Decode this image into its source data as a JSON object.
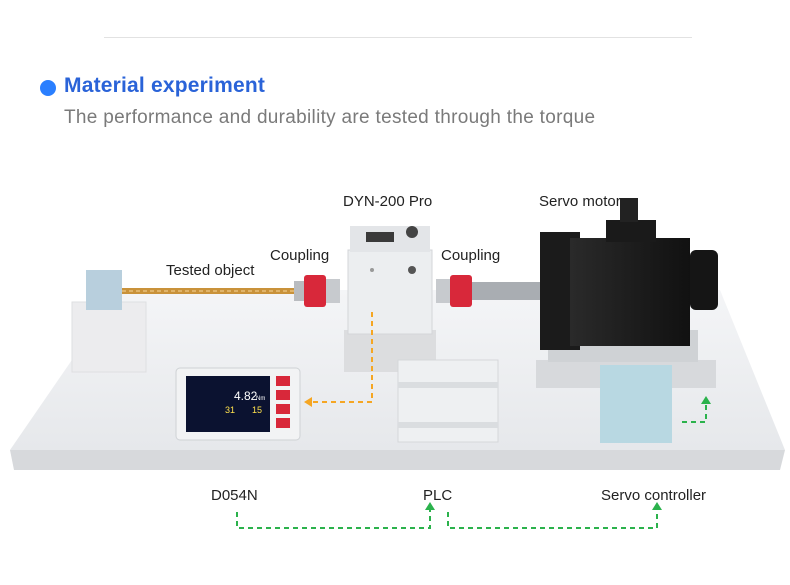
{
  "header": {
    "title": "Material experiment",
    "subtitle": "The performance and durability are tested through the torque"
  },
  "labels": {
    "dyn": "DYN-200 Pro",
    "servo_motor": "Servo motor",
    "coupling_left": "Coupling",
    "coupling_right": "Coupling",
    "tested_object": "Tested object"
  },
  "bottom": {
    "d054n": "D054N",
    "plc": "PLC",
    "servo_controller": "Servo controller"
  },
  "display": {
    "value_main": "4.82",
    "unit_main": "Nm",
    "value_left": "31",
    "value_right": "15"
  },
  "colors": {
    "accent": "#2a7fff",
    "arrow_orange": "#f5a623",
    "arrow_green": "#2bb24c",
    "coupling_red": "#d8283a"
  }
}
